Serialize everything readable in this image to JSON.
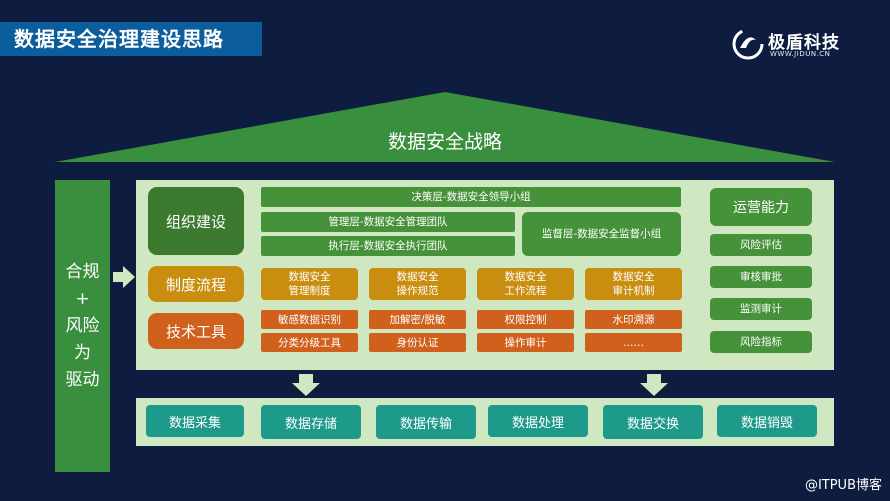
{
  "header": {
    "title": "数据安全治理建设思路"
  },
  "logo": {
    "name": "极盾科技",
    "url": "WWW.JIDUN.CN"
  },
  "strategy": "数据安全战略",
  "left_pillar": [
    "合规",
    "+",
    "风险",
    "为",
    "驱动"
  ],
  "org": {
    "label": "组织建设",
    "decision": "决策层-数据安全领导小组",
    "management": "管理层-数据安全管理团队",
    "execution": "执行层-数据安全执行团队",
    "supervision": "监督层-数据安全监督小组"
  },
  "process": {
    "label": "制度流程",
    "items": [
      [
        "数据安全",
        "管理制度"
      ],
      [
        "数据安全",
        "操作规范"
      ],
      [
        "数据安全",
        "工作流程"
      ],
      [
        "数据安全",
        "审计机制"
      ]
    ]
  },
  "tools": {
    "label": "技术工具",
    "row1": [
      "敏感数据识别",
      "加解密/脱敏",
      "权限控制",
      "水印溯源"
    ],
    "row2": [
      "分类分级工具",
      "身份认证",
      "操作审计",
      "……"
    ]
  },
  "operations": {
    "label": "运营能力",
    "items": [
      "风险评估",
      "审核审批",
      "监测审计",
      "风险指标"
    ]
  },
  "lifecycle": [
    "数据采集",
    "数据存储",
    "数据传输",
    "数据处理",
    "数据交换",
    "数据销毁"
  ],
  "watermark": "@ITPUB博客",
  "colors": {
    "background": "#0d1c3f",
    "roof": "#3a8f3f",
    "panel": "#cfe8c1",
    "green": "#46923a",
    "gold": "#c98d0f",
    "orange": "#d0611c",
    "teal": "#1d9a8a"
  }
}
